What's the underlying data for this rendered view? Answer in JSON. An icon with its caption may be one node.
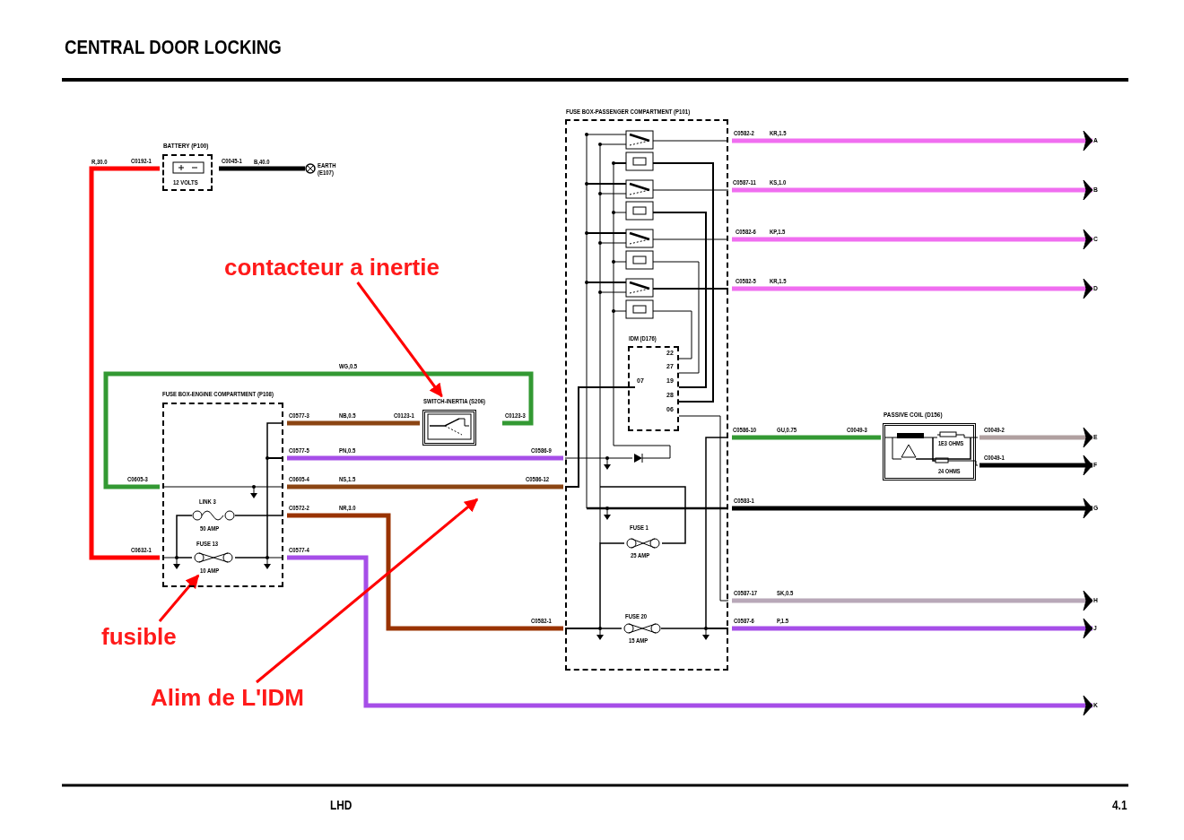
{
  "diagram": {
    "title": "CENTRAL DOOR LOCKING",
    "nodes": [
      {
        "text": [
          "BATTERY (P100)",
          "12 VOLTS"
        ]
      },
      {
        "text": [
          "EARTH (E107)"
        ]
      },
      {
        "text": [
          "FUSE BOX-PASSENGER COMPARTMENT (P101)"
        ]
      },
      {
        "text": [
          "IDM (D176)",
          "22",
          "27",
          "07",
          "19",
          "28",
          "06"
        ],
        "in": 2
      },
      {
        "text": [
          "FUSE 1",
          "25 AMP"
        ],
        "in": 2
      },
      {
        "text": [
          "FUSE 20",
          "15 AMP"
        ],
        "in": 2
      },
      {
        "text": [
          "contacteur a inertie"
        ]
      },
      {
        "text": [
          "SWITCH-INERTIA (S206)"
        ]
      },
      {
        "text": [
          "FUSE BOX-ENGINE COMPARTMENT (P108)"
        ]
      },
      {
        "text": [
          "LINK 3",
          "50 AMP"
        ],
        "in": 8
      },
      {
        "text": [
          "FUSE 13",
          "10 AMP"
        ],
        "in": 8
      },
      {
        "text": [
          "PASSIVE COIL (D156)",
          "1E3 OHMS",
          "24 OHMS"
        ]
      },
      {
        "text": [
          "fusible"
        ]
      },
      {
        "text": [
          "Alim de L'IDM"
        ]
      },
      {
        "text": [
          "A"
        ]
      },
      {
        "text": [
          "B"
        ]
      },
      {
        "text": [
          "C"
        ]
      },
      {
        "text": [
          "D"
        ]
      },
      {
        "text": [
          "E"
        ]
      },
      {
        "text": [
          "F"
        ]
      },
      {
        "text": [
          "G"
        ]
      },
      {
        "text": [
          "H"
        ]
      },
      {
        "text": [
          "J"
        ]
      },
      {
        "text": [
          "K"
        ]
      }
    ],
    "edges": [
      {
        "from": 0,
        "to": 8,
        "arrow": "none",
        "label": "R,30.0",
        "color": "#ff0000"
      },
      {
        "from": 0,
        "to": 1,
        "arrow": "none",
        "label": "B,40.0",
        "color": "#000000"
      },
      {
        "from": 8,
        "to": 7,
        "arrow": "none",
        "label": "WG,0.5",
        "color": "#339933"
      },
      {
        "from": 8,
        "to": 7,
        "arrow": "none",
        "label": "NB,0.5",
        "color": "#8b4513"
      },
      {
        "from": 8,
        "to": 2,
        "arrow": "none",
        "label": "PN,0.5",
        "color": "#a64ee8"
      },
      {
        "from": 8,
        "to": 2,
        "arrow": "none",
        "label": "NS,1.5",
        "color": "#8b4513"
      },
      {
        "from": 8,
        "to": 2,
        "arrow": "none",
        "label": "NR,3.0",
        "color": "#993300"
      },
      {
        "from": 8,
        "to": 23,
        "arrow": "to",
        "color": "#a64ee8"
      },
      {
        "from": 2,
        "to": 14,
        "arrow": "to",
        "label": "KR,1.5",
        "color": "#f06ef0"
      },
      {
        "from": 2,
        "to": 15,
        "arrow": "to",
        "label": "KS,1.0",
        "color": "#f06ef0"
      },
      {
        "from": 2,
        "to": 16,
        "arrow": "to",
        "label": "KP,1.5",
        "color": "#f06ef0"
      },
      {
        "from": 2,
        "to": 17,
        "arrow": "to",
        "label": "KR,1.5",
        "color": "#f06ef0"
      },
      {
        "from": 2,
        "to": 11,
        "arrow": "none",
        "label": "GU,0.75",
        "color": "#339933"
      },
      {
        "from": 11,
        "to": 18,
        "arrow": "to",
        "color": "#b0a0a0"
      },
      {
        "from": 11,
        "to": 19,
        "arrow": "to",
        "color": "#000000"
      },
      {
        "from": 2,
        "to": 20,
        "arrow": "to",
        "color": "#000000"
      },
      {
        "from": 2,
        "to": 21,
        "arrow": "to",
        "label": "SK,0.5",
        "color": "#b8a8b8"
      },
      {
        "from": 2,
        "to": 22,
        "arrow": "to",
        "label": "P,1.5",
        "color": "#a64ee8"
      },
      {
        "from": 6,
        "to": 7,
        "arrow": "to",
        "color": "#ff0000"
      },
      {
        "from": 12,
        "to": 10,
        "arrow": "to",
        "color": "#ff0000"
      },
      {
        "from": 13,
        "to": null,
        "arrow": "to",
        "color": "#ff0000"
      },
      {
        "from": 9,
        "to": 10,
        "arrow": "none",
        "color": "#000000"
      },
      {
        "from": 8,
        "to": 10,
        "arrow": "none",
        "color": "#000000"
      },
      {
        "from": 4,
        "to": 5,
        "arrow": "none",
        "color": "#000000"
      },
      {
        "from": 2,
        "to": 5,
        "arrow": "none",
        "color": "#000000"
      },
      {
        "from": 2,
        "to": 4,
        "arrow": "none",
        "color": "#000000"
      }
    ],
    "labels": [
      "C0582-2",
      "C0192-1",
      "C0045-1",
      "C0587-11",
      "C0582-6",
      "C0582-5",
      "C0577-3",
      "C0123-1",
      "C0123-3",
      "C0586-10",
      "C0049-3",
      "C0049-2",
      "C0577-5",
      "C0586-9",
      "C0049-1",
      "C0605-3",
      "C0605-4",
      "C0586-12",
      "C0583-1",
      "C0572-2",
      "C0632-1",
      "C0577-4",
      "C0587-17",
      "C0582-1",
      "C0587-6",
      "LHD",
      "4.1"
    ]
  }
}
